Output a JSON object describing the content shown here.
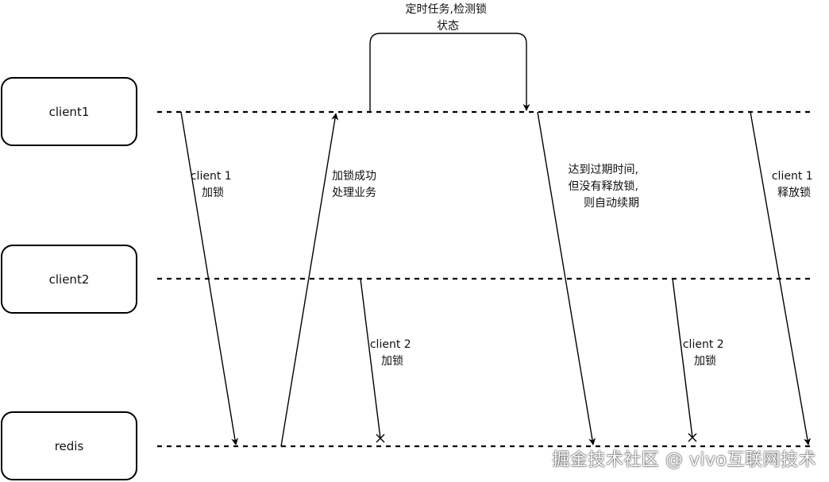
{
  "actors": [
    {
      "label": "client1"
    },
    {
      "label": "client2"
    },
    {
      "label": "redis"
    }
  ],
  "messages": [
    {
      "text": [
        "client 1",
        "加锁"
      ]
    },
    {
      "text": [
        "加锁成功",
        "处理业务"
      ]
    },
    {
      "text": [
        "client 2",
        "加锁"
      ]
    },
    {
      "text": [
        "达到过期时间,",
        "但没有释放锁,",
        "则自动续期"
      ]
    },
    {
      "text": [
        "client 2",
        "加锁"
      ]
    },
    {
      "text": [
        "client 1",
        "释放锁"
      ]
    },
    {
      "text": [
        "定时任务,检测锁",
        "状态"
      ]
    }
  ],
  "watermark": "掘金技术社区 @ vivo互联网技术",
  "colors": {
    "line": "#000000",
    "background": "#ffffff"
  }
}
